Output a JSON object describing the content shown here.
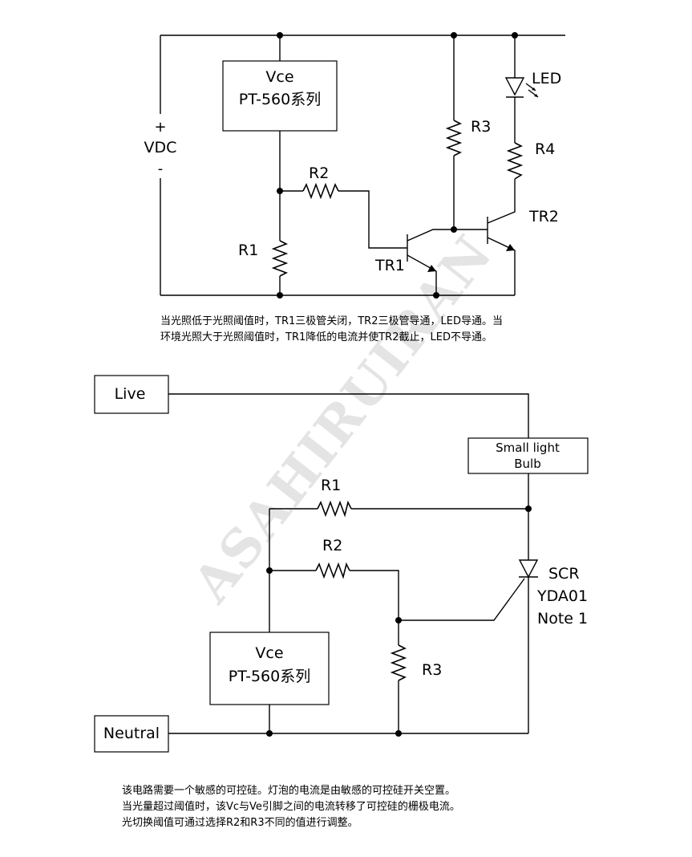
{
  "watermark": "ASAHIRUIRAN",
  "circuit1": {
    "sensor": {
      "line1": "Vce",
      "line2": "PT-560系列"
    },
    "supply": {
      "plus": "+",
      "label": "VDC",
      "minus": "-"
    },
    "r1": "R1",
    "r2": "R2",
    "r3": "R3",
    "r4": "R4",
    "tr1": "TR1",
    "tr2": "TR2",
    "led": "LED",
    "caption": [
      "当光照低于光照阈值时，TR1三极管关闭，TR2三极管导通，LED导通。当",
      "环境光照大于光照阈值时，TR1降低的电流并使TR2截止，LED不导通。"
    ]
  },
  "circuit2": {
    "live": "Live",
    "neutral": "Neutral",
    "bulb": {
      "line1": "Small light",
      "line2": "Bulb"
    },
    "r1": "R1",
    "r2": "R2",
    "r3": "R3",
    "scr": {
      "line1": "SCR",
      "line2": "YDA01",
      "line3": "Note 1"
    },
    "sensor": {
      "line1": "Vce",
      "line2": "PT-560系列"
    },
    "caption": [
      "该电路需要一个敏感的可控硅。灯泡的电流是由敏感的可控硅开关空置。",
      "当光量超过阈值时，该Vc与Ve引脚之间的电流转移了可控硅的栅极电流。",
      "光切换阈值可通过选择R2和R3不同的值进行调整。"
    ]
  }
}
